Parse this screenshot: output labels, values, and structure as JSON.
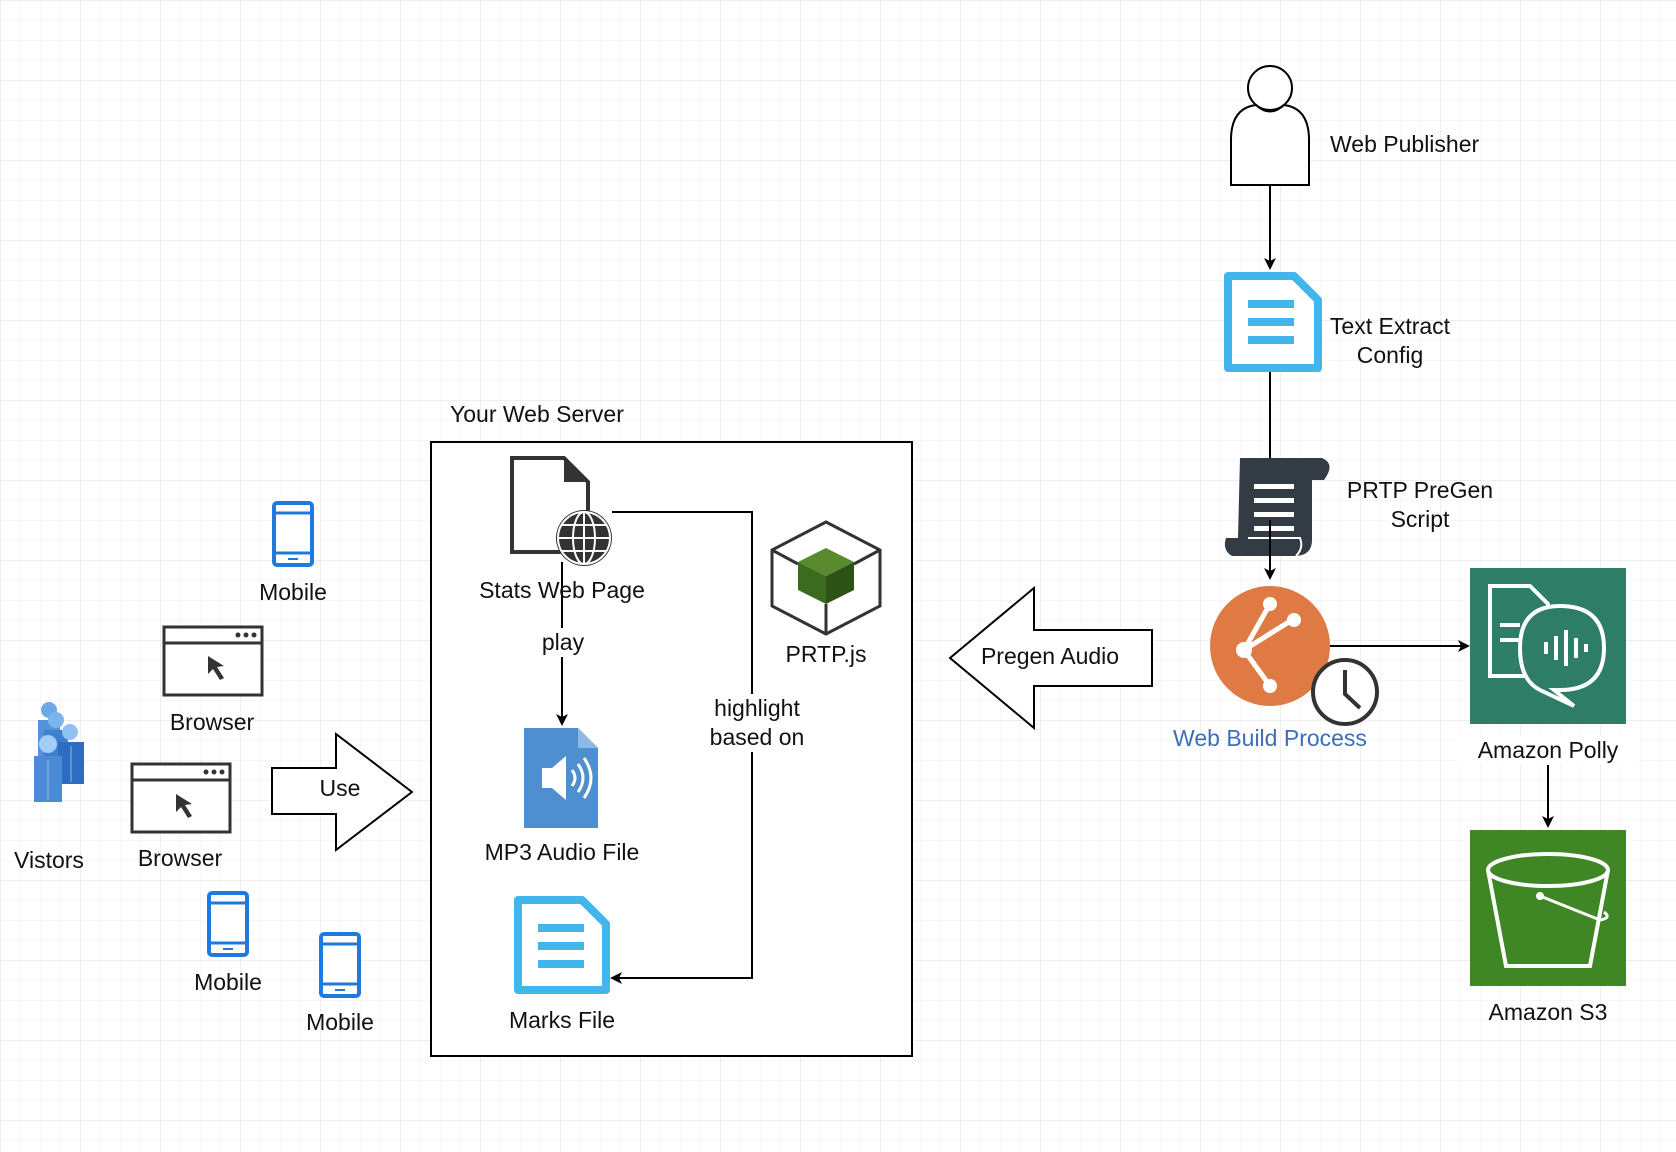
{
  "labels": {
    "web_publisher": "Web Publisher",
    "text_extract_config": [
      "Text Extract",
      "Config"
    ],
    "prtp_pregen_script": [
      "PRTP PreGen",
      "Script"
    ],
    "web_build_process": "Web Build Process",
    "amazon_polly": "Amazon Polly",
    "amazon_s3": "Amazon S3",
    "pregen_audio": "Pregen Audio",
    "your_web_server": "Your Web Server",
    "stats_web_page": "Stats Web Page",
    "play": "play",
    "mp3_audio_file": "MP3 Audio File",
    "prtp_js": "PRTP.js",
    "highlight_based_on": [
      "highlight",
      "based on"
    ],
    "marks_file": "Marks File",
    "use": "Use",
    "visitors": "Vistors",
    "browser_1": "Browser",
    "browser_2": "Browser",
    "mobile_1": "Mobile",
    "mobile_2": "Mobile",
    "mobile_3": "Mobile"
  },
  "colors": {
    "grid": "#e3e3e3",
    "doc_blue": "#42b6ea",
    "mp3_blue": "#4f8fd0",
    "mobile_blue": "#1f7ae0",
    "web_build_orange": "#e07a45",
    "web_build_text": "#3d6eb8",
    "polly_green": "#2e7d66",
    "s3_green": "#3f8624",
    "cube_green": "#3b6b1e",
    "script_dark": "#333b44"
  }
}
